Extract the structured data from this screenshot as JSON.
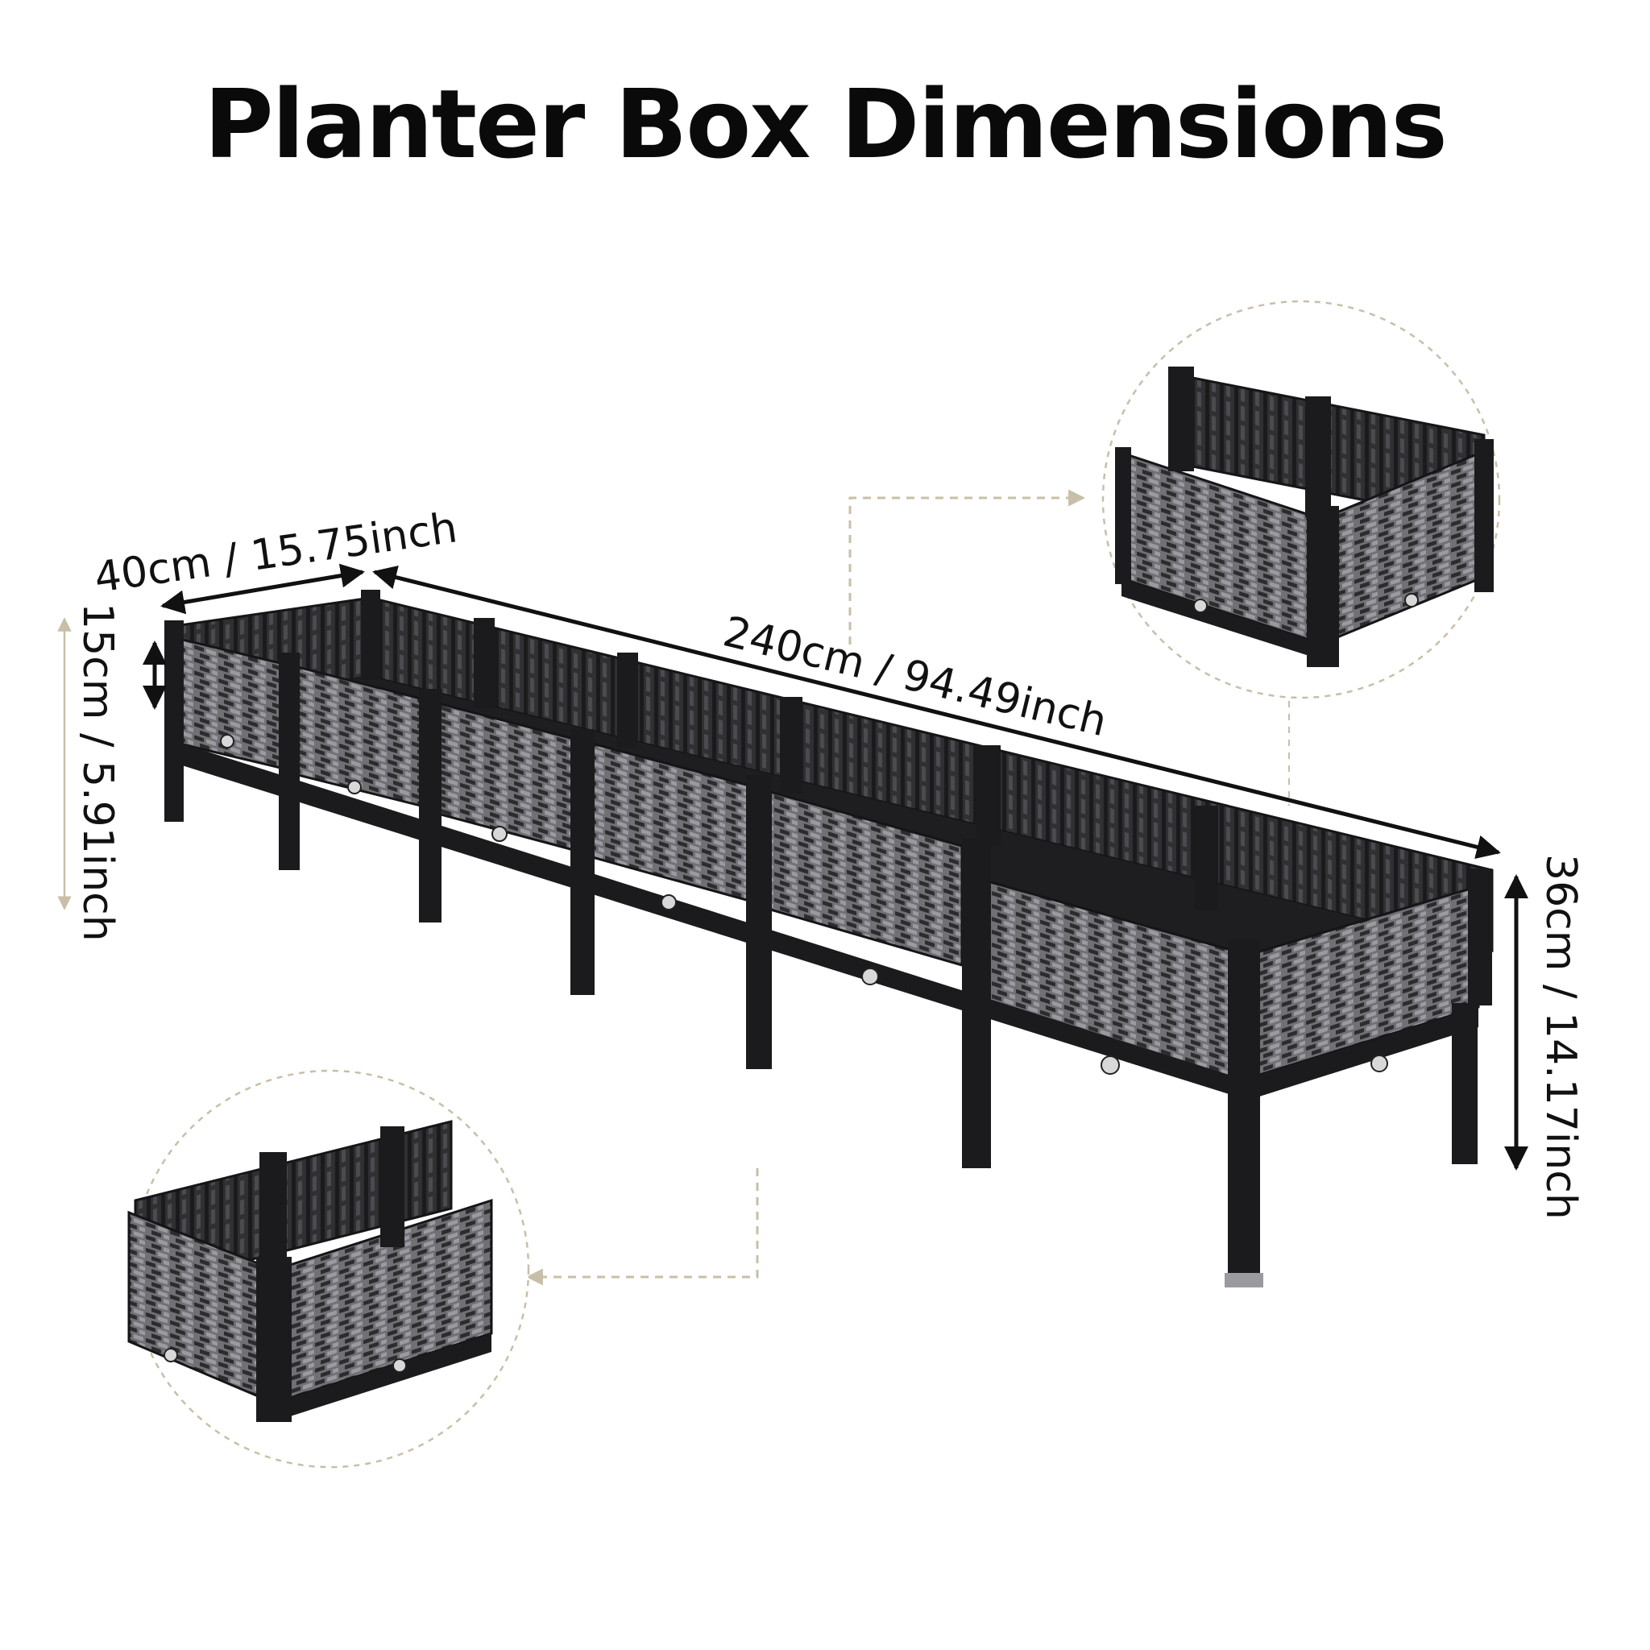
{
  "title": "Planter Box Dimensions",
  "dimensions": {
    "width": "40cm / 15.75inch",
    "length": "240cm / 94.49inch",
    "box_height": "15cm / 5.91inch",
    "total_height": "36cm / 14.17inch"
  },
  "colors": {
    "frame": "#1b1b1d",
    "panel": "#6e6e72",
    "panel_dark": "#3a3a3d",
    "weave": "#2a2a2c",
    "callout": "#c8bfa8",
    "arrow": "#111111"
  },
  "units": 6
}
